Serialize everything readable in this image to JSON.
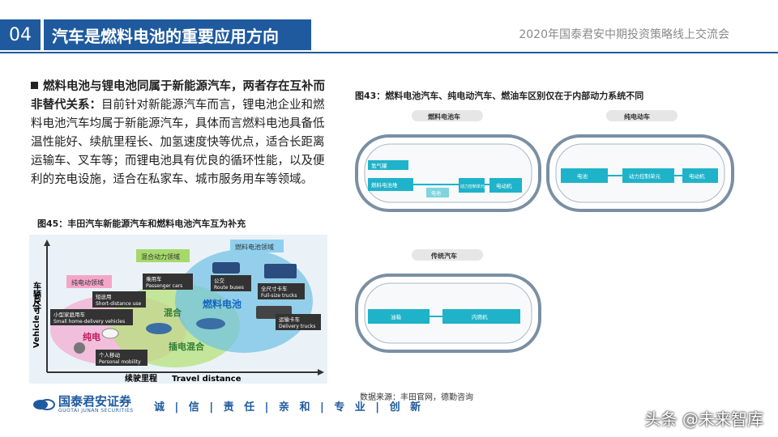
{
  "header": {
    "page_number": "04",
    "title": "汽车是燃料电池的重要应用方向",
    "conference": "2020年国泰君安中期投资策略线上交流会"
  },
  "body": {
    "bold_lead": "燃料电池与锂电池同属于新能源汽车，两者存在互补而非替代关系：",
    "text": "目前针对新能源汽车而言，锂电池企业和燃料电池汽车均属于新能源汽车，具体而言燃料电池具备低温性能好、续航里程长、加氢速度快等优点，适合长距离运输车、叉车等；而锂电池具有优良的循环性能，以及便利的充电设施，适合在私家车、城市服务用车等领域。"
  },
  "fig45": {
    "caption": "图45：丰田汽车新能源汽车和燃料电池汽车互为补充",
    "y_axis": "Vehicle size",
    "y_axis_cn": "车辆尺寸",
    "x_axis": "Travel distance",
    "x_axis_cn": "续驶里程",
    "zones": {
      "ev_domain": "纯电动领域",
      "hybrid_domain": "混合动力领域",
      "fc_domain": "燃料电池领域",
      "ev": "纯电",
      "hybrid": "混合",
      "fc": "燃料电池",
      "phev": "插电混合"
    },
    "labels": [
      {
        "cn": "乘用车",
        "en": "Passenger cars"
      },
      {
        "cn": "公交",
        "en": "Route buses"
      },
      {
        "cn": "短途用",
        "en": "Short-distance use"
      },
      {
        "cn": "全尺寸卡车",
        "en": "Full-size trucks"
      },
      {
        "cn": "小型家庭用车",
        "en": "Small home-delivery vehicles"
      },
      {
        "cn": "运输卡车",
        "en": "Delivery trucks"
      },
      {
        "cn": "个人移动",
        "en": "Personal mobility"
      }
    ]
  },
  "fig43": {
    "caption": "图43：燃料电池汽车、纯电动汽车、燃油车区别仅在于内部动力系统不同",
    "cars": [
      {
        "title": "燃料电池车",
        "parts": [
          "氢气罐",
          "燃料电池堆",
          "电池",
          "动力控制单元",
          "电动机"
        ]
      },
      {
        "title": "纯电动车",
        "parts": [
          "电池",
          "动力控制单元",
          "电动机"
        ]
      },
      {
        "title": "传统汽车",
        "parts": [
          "油箱",
          "内燃机"
        ]
      }
    ]
  },
  "source": "数据来源：丰田官网，德勤咨询",
  "footer": {
    "company_cn": "国泰君安证券",
    "company_en": "GUOTAI JUNAN SECURITIES",
    "slogan": "诚 | 信 | 责 任 | 亲 和 | 专 业 | 创 新"
  },
  "watermark": "头条 @未来智库",
  "colors": {
    "brand": "#1f5a9e",
    "accent_cyan": "#1fb3c9"
  }
}
